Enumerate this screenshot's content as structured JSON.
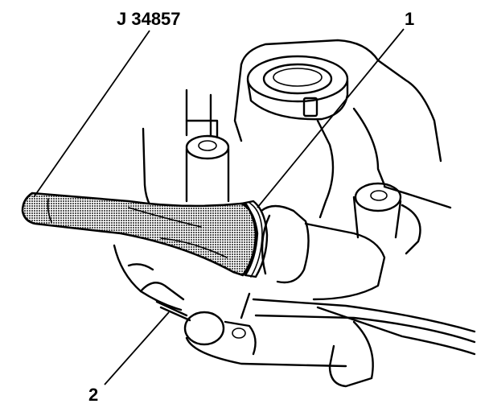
{
  "callouts": {
    "tool": "J 34857",
    "item_1": "1",
    "item_2": "2"
  },
  "colors": {
    "ink": "#000000",
    "paper": "#ffffff",
    "tool_fill": "#6a6a6a"
  }
}
